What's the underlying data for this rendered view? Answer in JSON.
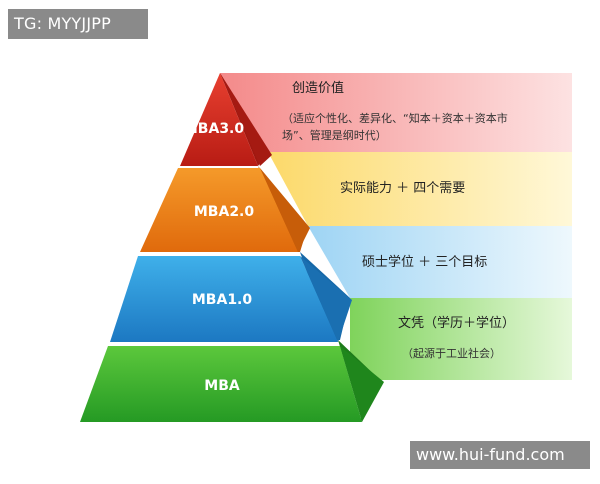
{
  "watermark_top": "TG: MYYJJPP",
  "watermark_bottom": "www.hui-fund.com",
  "pyramid": {
    "levels": [
      {
        "label": "MBA3.0",
        "color": "#d42a1f"
      },
      {
        "label": "MBA2.0",
        "color": "#f07d14"
      },
      {
        "label": "MBA1.0",
        "color": "#2a95d8"
      },
      {
        "label": "MBA",
        "color": "#39b233"
      }
    ]
  },
  "bands": [
    {
      "title": "创造价值",
      "note": "（适应个性化、差异化、“知本＋资本＋资本市",
      "note2": "场”、管理是纲时代）",
      "color": "#f7a9a9"
    },
    {
      "title": "实际能力 ＋ 四个需要",
      "color": "#fde8a0"
    },
    {
      "title": "硕士学位 ＋ 三个目标",
      "color": "#cbe8f8"
    },
    {
      "title": "文凭（学历＋学位）",
      "note": "（起源于工业社会）",
      "color": "#b7ea9f"
    }
  ]
}
